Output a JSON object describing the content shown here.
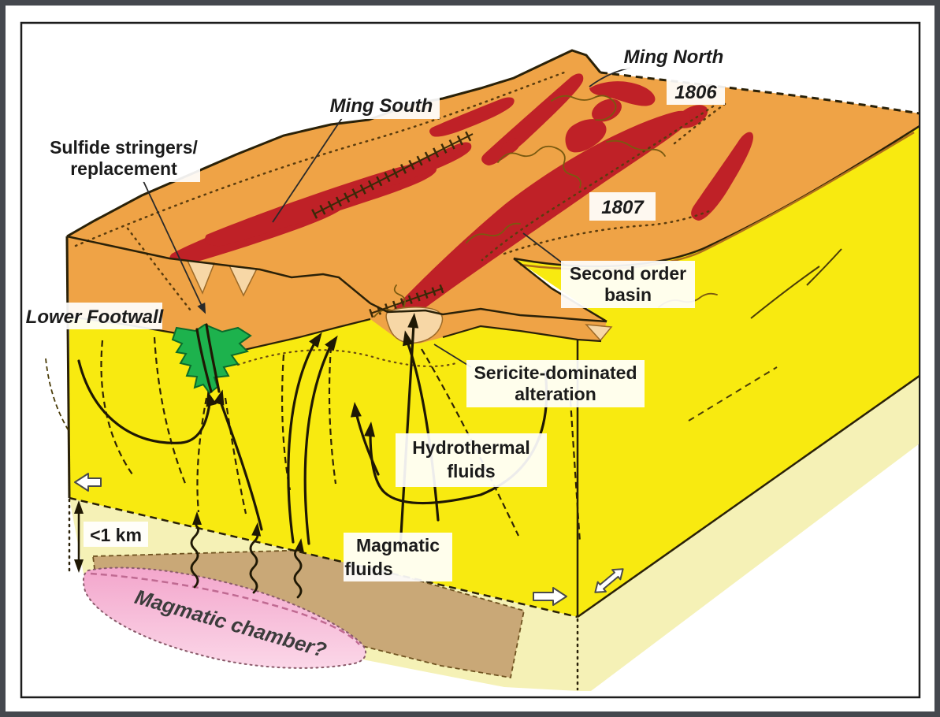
{
  "figure": {
    "kind": "geological-block-diagram",
    "labels": {
      "ming_north": "Ming North",
      "label_1806": "1806",
      "ming_south": "Ming South",
      "sulfide_line1": "Sulfide stringers/",
      "sulfide_line2": "replacement",
      "label_1807": "1807",
      "second_order_line1": "Second order",
      "second_order_line2": "basin",
      "lower_footwall": "Lower Footwall",
      "sericite_line1": "Sericite-dominated",
      "sericite_line2": "alteration",
      "hydrothermal_line1": "Hydrothermal",
      "hydrothermal_line2": "fluids",
      "magmatic_line1": "Magmatic",
      "magmatic_line2": "fluids",
      "scale": "<1 km",
      "chamber": "Magmatic chamber?"
    },
    "icons": {
      "extension_arrows": [
        "extension-arrow-left-icon",
        "extension-arrow-right-icon",
        "extension-arrow-diagonal-icon"
      ],
      "flow_arrows": "hydrothermal-flow-arrows",
      "wavy_arrows": "magmatic-fluid-wavy-arrows"
    },
    "colors": {
      "basin_orange": "#efa346",
      "ore_red": "#bf2127",
      "footwall_yellow": "#f8ea10",
      "shadow_yellow": "#f5f1b6",
      "sill_tan": "#c9a877",
      "chamber_pink": "#f7bdd9",
      "alteration_green": "#1db24d",
      "sericite_cream": "#f7d7a6",
      "line_dark": "#2a2108",
      "frame_gray": "#45484e"
    }
  }
}
